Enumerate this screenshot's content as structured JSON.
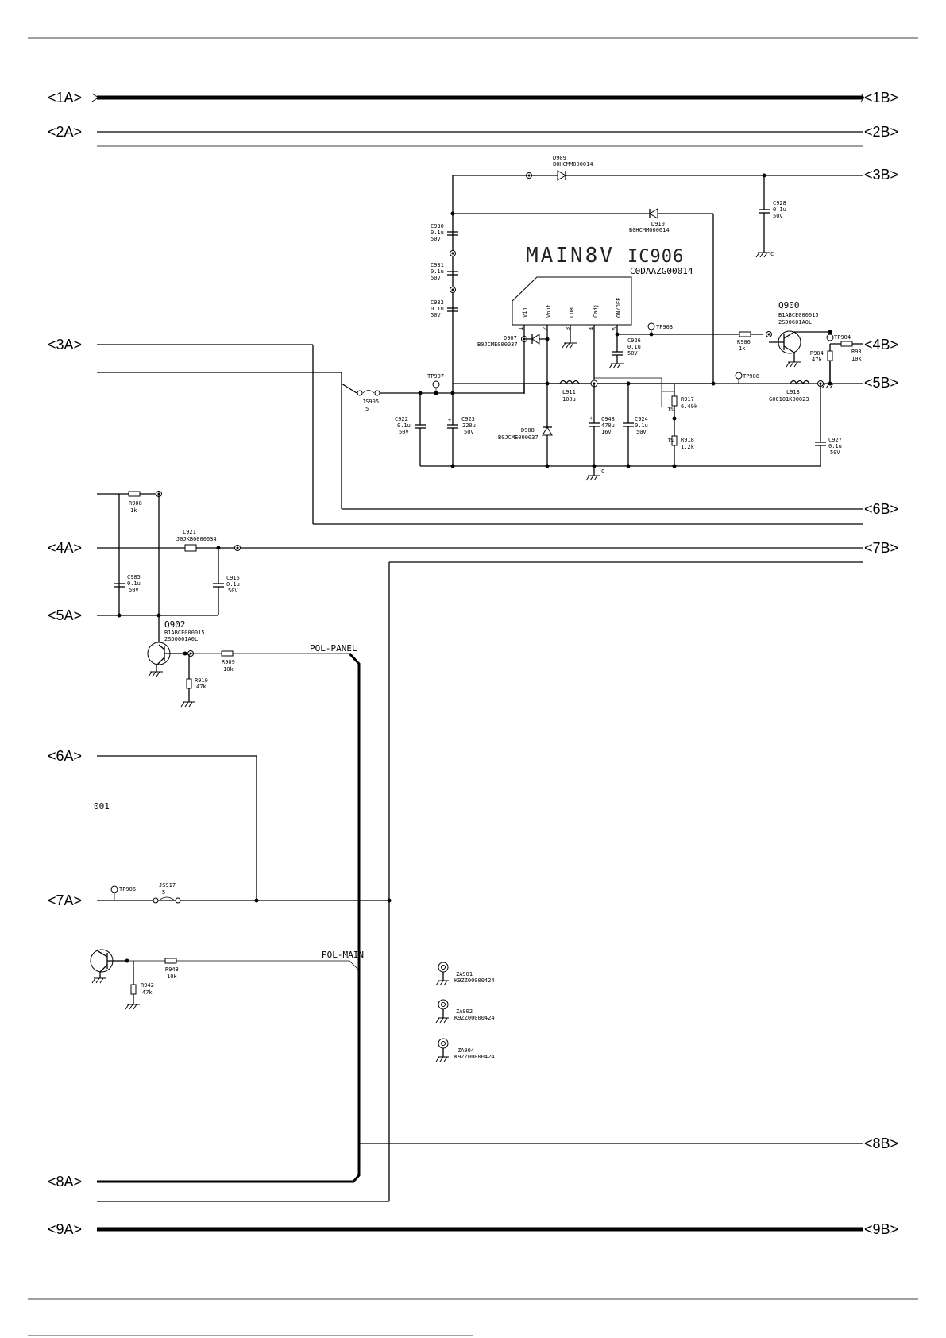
{
  "ports": {
    "p1A": "<1A>",
    "p1B": "<1B>",
    "p2A": "<2A>",
    "p2B": "<2B>",
    "p3A": "<3A>",
    "p3B": "<3B>",
    "p4A": "<4A>",
    "p4B": "<4B>",
    "p5A": "<5A>",
    "p5B": "<5B>",
    "p6A": "<6A>",
    "p6B": "<6B>",
    "p7A": "<7A>",
    "p7B": "<7B>",
    "p8A": "<8A>",
    "p8B": "<8B>",
    "p9A": "<9A>",
    "p9B": "<9B>"
  },
  "regulator": {
    "title": "MAIN8V",
    "ref": "IC906",
    "part": "C0DAAZG00014",
    "pins": [
      {
        "num": "1",
        "name": "Vin"
      },
      {
        "num": "2",
        "name": "Vout"
      },
      {
        "num": "3",
        "name": "COM"
      },
      {
        "num": "4",
        "name": "Cadj"
      },
      {
        "num": "5",
        "name": "ON/OFF"
      }
    ]
  },
  "components": {
    "D909": {
      "ref": "D909",
      "part": "B0HCMM000014"
    },
    "D910": {
      "ref": "D910",
      "part": "B0HCMM000014"
    },
    "D907": {
      "ref": "D907",
      "part": "B0JCME000037"
    },
    "D908": {
      "ref": "D908",
      "part": "B0JCME000037"
    },
    "C930": {
      "ref": "C930",
      "val": "0.1u",
      "volt": "50V"
    },
    "C931": {
      "ref": "C931",
      "val": "0.1u",
      "volt": "50V"
    },
    "C932": {
      "ref": "C932",
      "val": "0.1u",
      "volt": "50V"
    },
    "C928": {
      "ref": "C928",
      "val": "0.1u",
      "volt": "50V"
    },
    "C926": {
      "ref": "C926",
      "val": "0.1u",
      "volt": "50V"
    },
    "C922": {
      "ref": "C922",
      "val": "0.1u",
      "volt": "50V"
    },
    "C923": {
      "ref": "C923",
      "val": "220u",
      "volt": "50V"
    },
    "C948": {
      "ref": "C948",
      "val": "470u",
      "volt": "16V"
    },
    "C924": {
      "ref": "C924",
      "val": "0.1u",
      "volt": "50V"
    },
    "C927": {
      "ref": "C927",
      "val": "0.1u",
      "volt": "50V"
    },
    "C985": {
      "ref": "C985",
      "val": "0.1u",
      "volt": "50V"
    },
    "C915": {
      "ref": "C915",
      "val": "0.1u",
      "volt": "50V"
    },
    "Q900": {
      "ref": "Q900",
      "part": "B1ABCE000015",
      "alt": "2SD0601A0L"
    },
    "Q902": {
      "ref": "Q902",
      "part": "B1ABCE000015",
      "alt": "2SD0601A0L"
    },
    "R906": {
      "ref": "R906",
      "val": "1k"
    },
    "R904": {
      "ref": "R904",
      "val": "47k"
    },
    "R93": {
      "ref": "R93",
      "val": "10k"
    },
    "R917": {
      "ref": "R917",
      "val": "6.49k",
      "tol": "1%"
    },
    "R918": {
      "ref": "R918",
      "val": "1.2k",
      "tol": "1%"
    },
    "R908": {
      "ref": "R908",
      "val": "1k"
    },
    "R909": {
      "ref": "R909",
      "val": "10k"
    },
    "R910": {
      "ref": "R910",
      "val": "47k"
    },
    "R943": {
      "ref": "R943",
      "val": "10k"
    },
    "R942": {
      "ref": "R942",
      "val": "47k"
    },
    "L911": {
      "ref": "L911",
      "val": "100u"
    },
    "L913": {
      "ref": "L913",
      "part": "G0C101K00023"
    },
    "L921": {
      "ref": "L921",
      "part": "J0JKB0000034"
    },
    "JS905": {
      "ref": "JS905",
      "val": "5"
    },
    "JS917": {
      "ref": "JS917",
      "val": "5"
    },
    "TP907": "TP907",
    "TP903": "TP903",
    "TP904": "TP904",
    "TP908": "TP908",
    "TP906": "TP906",
    "ZA901": {
      "ref": "ZA901",
      "part": "K9ZZ00000424"
    },
    "ZA902": {
      "ref": "ZA902",
      "part": "K9ZZ00000424"
    },
    "ZA904": {
      "ref": "ZA904",
      "part": "K9ZZ00000424"
    }
  },
  "nets": {
    "pol_panel": "POL-PANEL",
    "pol_main": "POL-MAIN",
    "ground": "C"
  },
  "fragment": "001"
}
